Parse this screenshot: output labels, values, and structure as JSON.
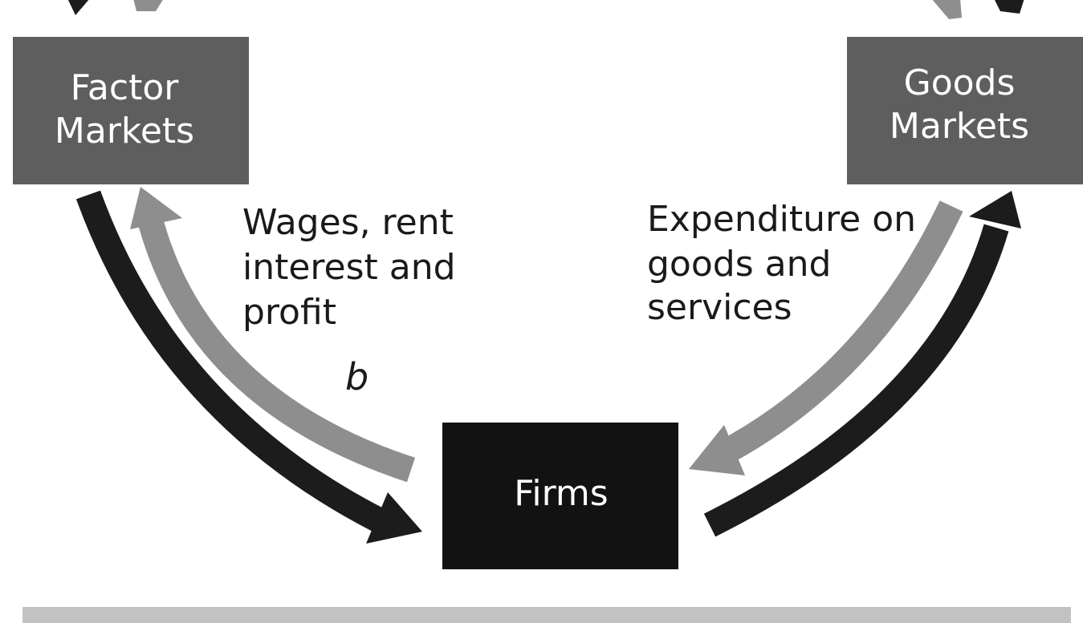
{
  "nodes": {
    "factor_markets": {
      "line1": "Factor",
      "line2": "Markets"
    },
    "goods_markets": {
      "line1": "Goods",
      "line2": "Markets"
    },
    "firms": {
      "label": "Firms"
    }
  },
  "flow_labels": {
    "wages": {
      "line1": "Wages, rent",
      "line2": "interest and",
      "line3": "profit"
    },
    "expenditure": {
      "line1": "Expenditure on",
      "line2": "goods and",
      "line3": "services"
    }
  },
  "markers": {
    "b": "b"
  },
  "colors": {
    "market_box": "#5e5e5e",
    "firms_box": "#121212",
    "dark_arrow": "#1c1c1c",
    "gray_arrow": "#8e8e8e",
    "footer_bar": "#c2c2c2",
    "text": "#1a1a1a"
  }
}
